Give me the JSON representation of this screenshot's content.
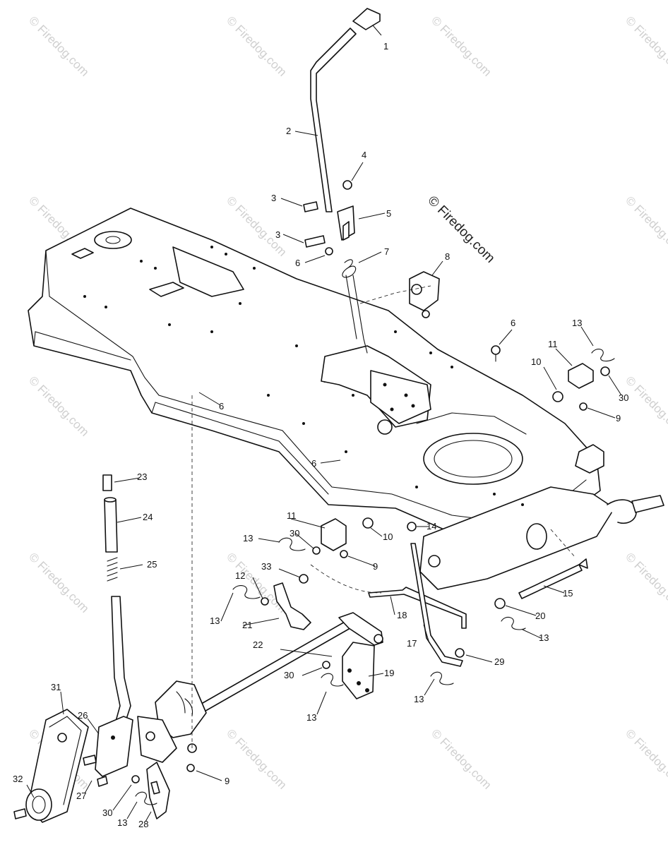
{
  "diagram": {
    "watermark_text": "© Firedog.com",
    "center_watermark_text": "© Firedog.com",
    "callout_labels": {
      "c1": "1",
      "c2": "2",
      "c3a": "3",
      "c3b": "3",
      "c4": "4",
      "c5": "5",
      "c6a": "6",
      "c6b": "6",
      "c6c": "6",
      "c6d": "6",
      "c7": "7",
      "c8": "8",
      "c9a": "9",
      "c9b": "9",
      "c9c": "9",
      "c10a": "10",
      "c10b": "10",
      "c11a": "11",
      "c11b": "11",
      "c12": "12",
      "c13a": "13",
      "c13b": "13",
      "c13c": "13",
      "c13d": "13",
      "c13e": "13",
      "c13f": "13",
      "c13g": "13",
      "c14": "14",
      "c15": "15",
      "c17": "17",
      "c18": "18",
      "c19": "19",
      "c20": "20",
      "c21": "21",
      "c22": "22",
      "c23": "23",
      "c24": "24",
      "c25": "25",
      "c26": "26",
      "c27": "27",
      "c28": "28",
      "c29": "29",
      "c30a": "30",
      "c30b": "30",
      "c30c": "30",
      "c30d": "30",
      "c31": "31",
      "c32": "32",
      "c33": "33"
    }
  }
}
